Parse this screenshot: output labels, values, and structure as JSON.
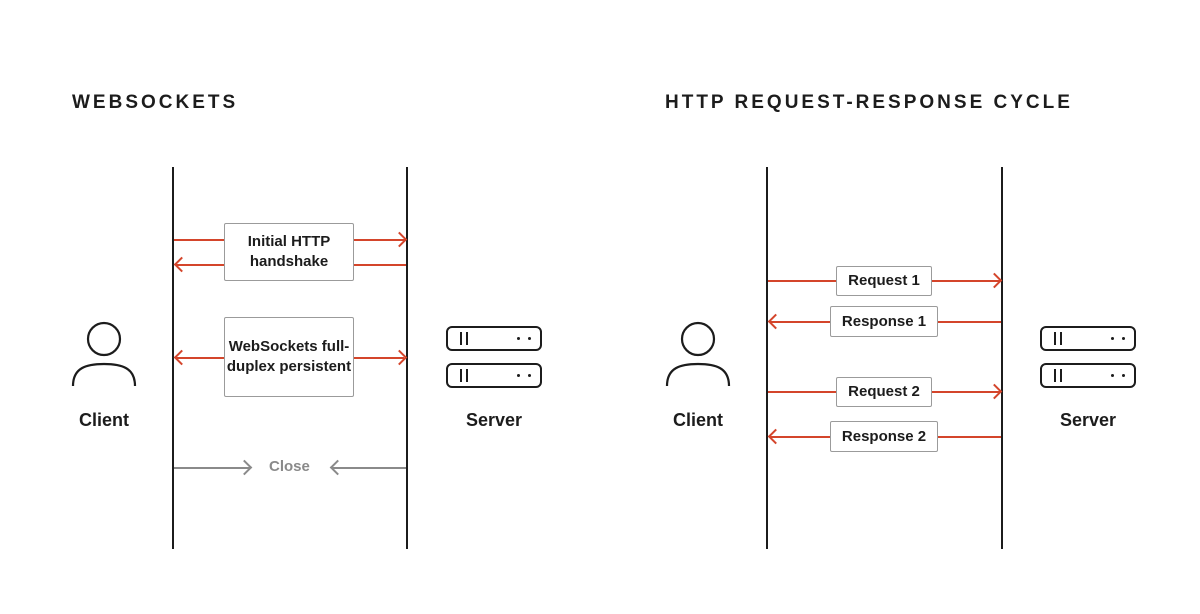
{
  "colors": {
    "message_arrow": "#d4452b",
    "close_arrow": "#8a8a8a",
    "ink": "#1c1c1c",
    "box_border": "#9b9b9b"
  },
  "websockets": {
    "title": "WEBSOCKETS",
    "client_label": "Client",
    "server_label": "Server",
    "handshake_label": "Initial HTTP handshake",
    "full_duplex_label": "WebSockets full-duplex persistent",
    "close_label": "Close"
  },
  "http": {
    "title": "HTTP REQUEST-RESPONSE CYCLE",
    "client_label": "Client",
    "server_label": "Server",
    "request1_label": "Request 1",
    "response1_label": "Response 1",
    "request2_label": "Request 2",
    "response2_label": "Response 2"
  },
  "icons": {
    "client": "person-icon",
    "server": "server-rack-icon"
  }
}
